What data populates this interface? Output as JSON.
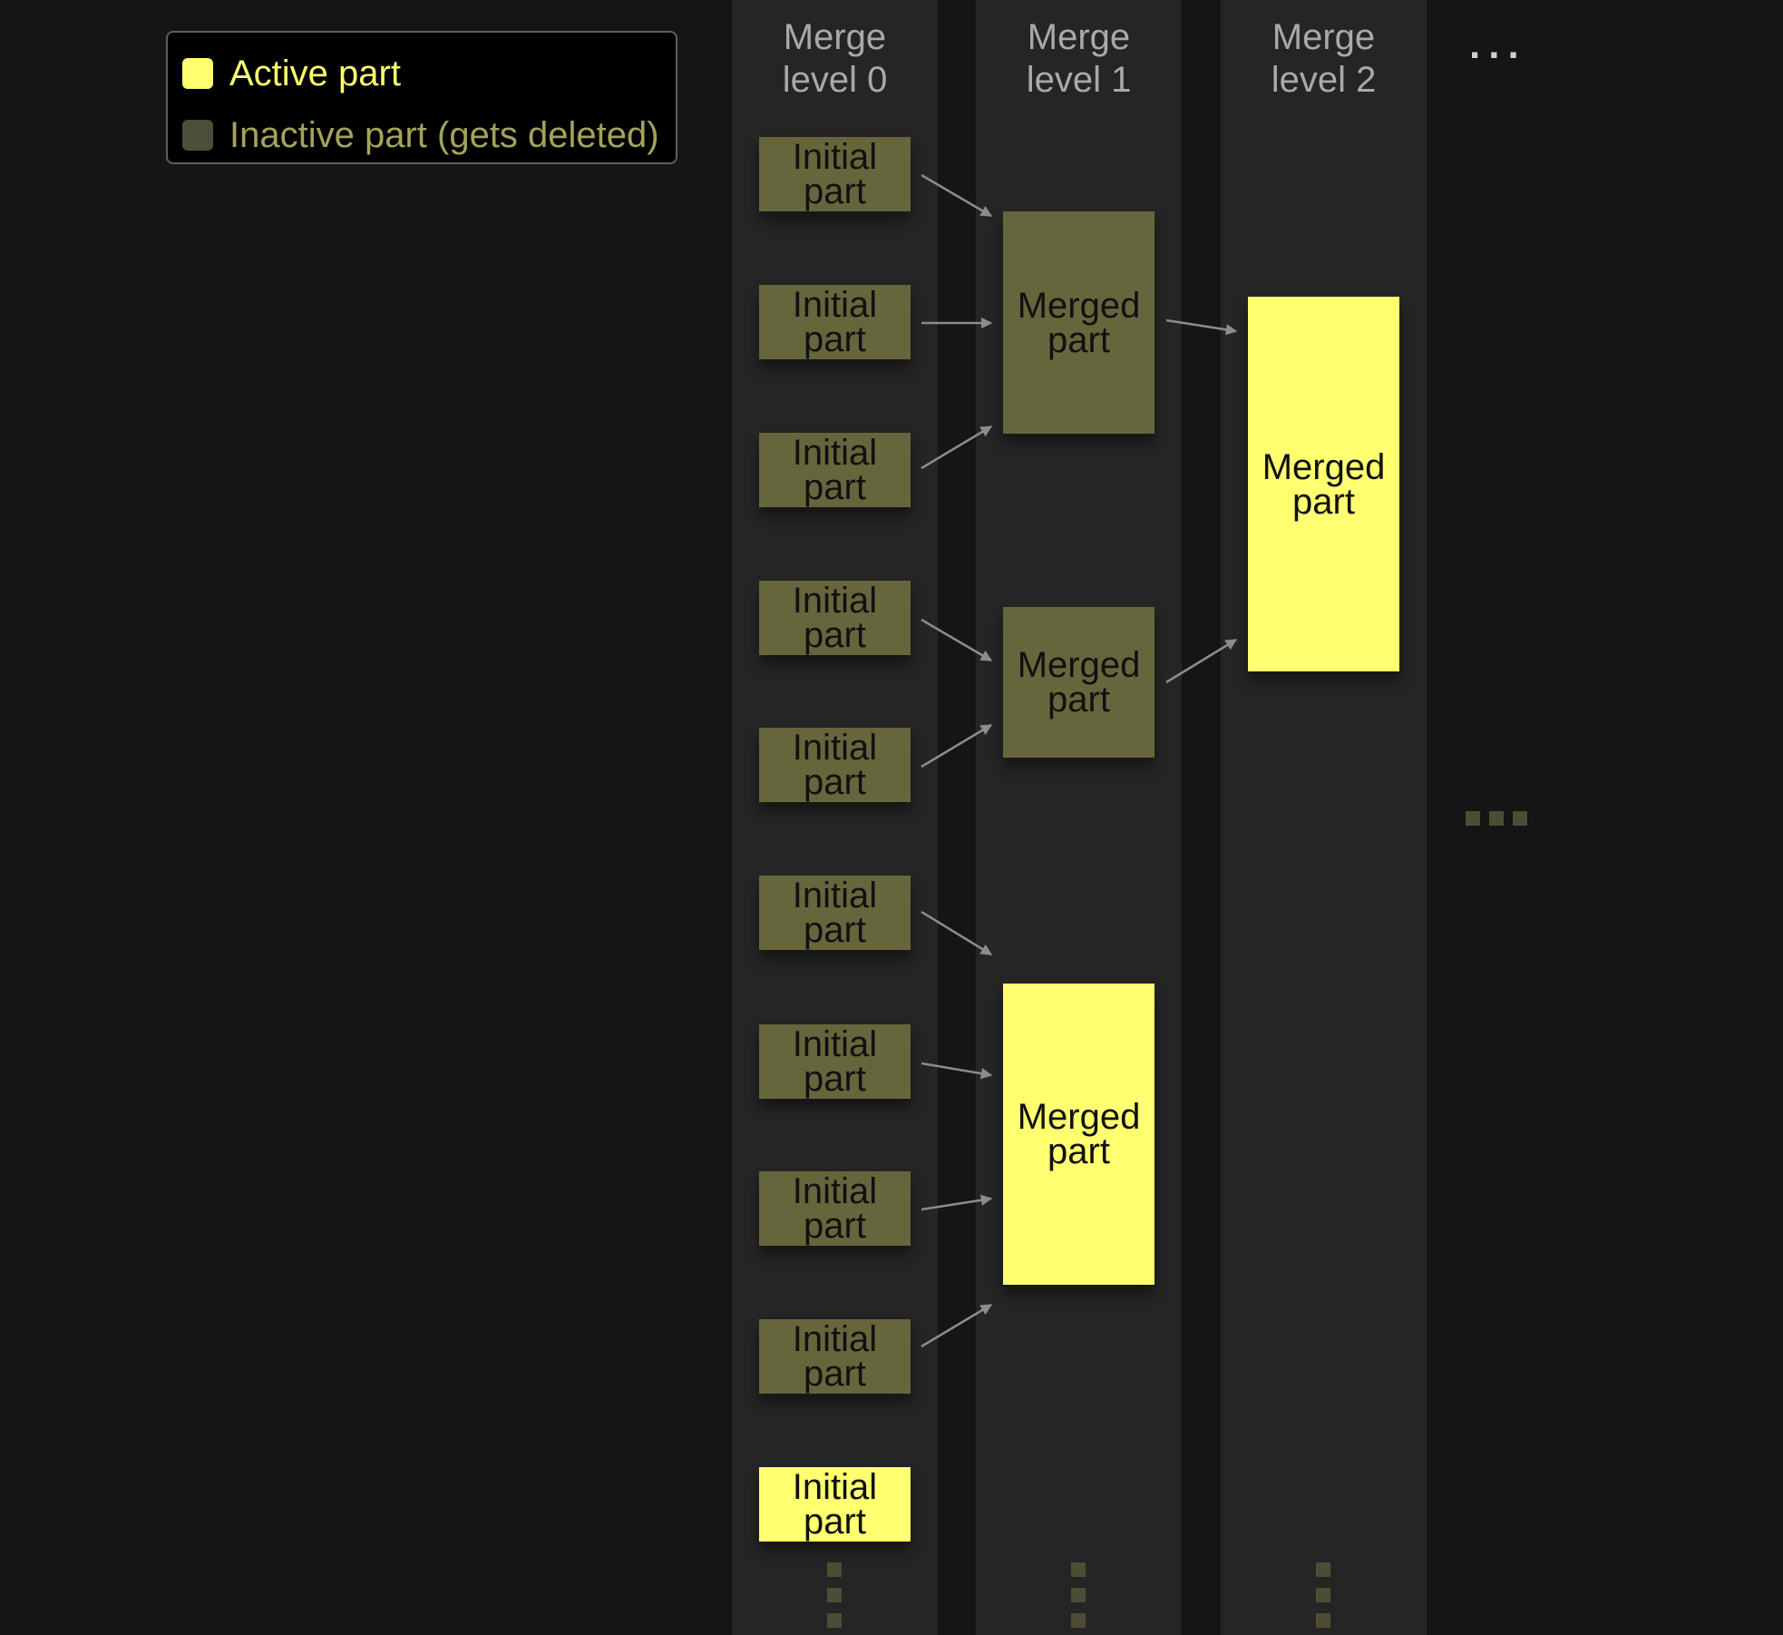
{
  "legend": {
    "active_label": "Active part",
    "inactive_label": "Inactive part (gets deleted)",
    "active_color": "#ffff70",
    "inactive_color": "#65663c",
    "active_text_color": "#ffff70",
    "inactive_text_color": "#a3a35a"
  },
  "columns": [
    {
      "title": "Merge\nlevel 0"
    },
    {
      "title": "Merge\nlevel 1"
    },
    {
      "title": "Merge\nlevel 2"
    }
  ],
  "continuation": "...",
  "level0": [
    {
      "label": "Initial\npart",
      "state": "inactive"
    },
    {
      "label": "Initial\npart",
      "state": "inactive"
    },
    {
      "label": "Initial\npart",
      "state": "inactive"
    },
    {
      "label": "Initial\npart",
      "state": "inactive"
    },
    {
      "label": "Initial\npart",
      "state": "inactive"
    },
    {
      "label": "Initial\npart",
      "state": "inactive"
    },
    {
      "label": "Initial\npart",
      "state": "inactive"
    },
    {
      "label": "Initial\npart",
      "state": "inactive"
    },
    {
      "label": "Initial\npart",
      "state": "inactive"
    },
    {
      "label": "Initial\npart",
      "state": "active"
    }
  ],
  "level1": [
    {
      "label": "Merged\npart",
      "state": "inactive"
    },
    {
      "label": "Merged\npart",
      "state": "inactive"
    },
    {
      "label": "Merged\npart",
      "state": "active"
    }
  ],
  "level2": [
    {
      "label": "Merged\npart",
      "state": "active"
    }
  ],
  "merges": [
    {
      "from": [
        "level0.0",
        "level0.1",
        "level0.2"
      ],
      "to": "level1.0"
    },
    {
      "from": [
        "level0.3",
        "level0.4"
      ],
      "to": "level1.1"
    },
    {
      "from": [
        "level0.5",
        "level0.6",
        "level0.7",
        "level0.8"
      ],
      "to": "level1.2"
    },
    {
      "from": [
        "level1.0",
        "level1.1"
      ],
      "to": "level2.0"
    }
  ]
}
